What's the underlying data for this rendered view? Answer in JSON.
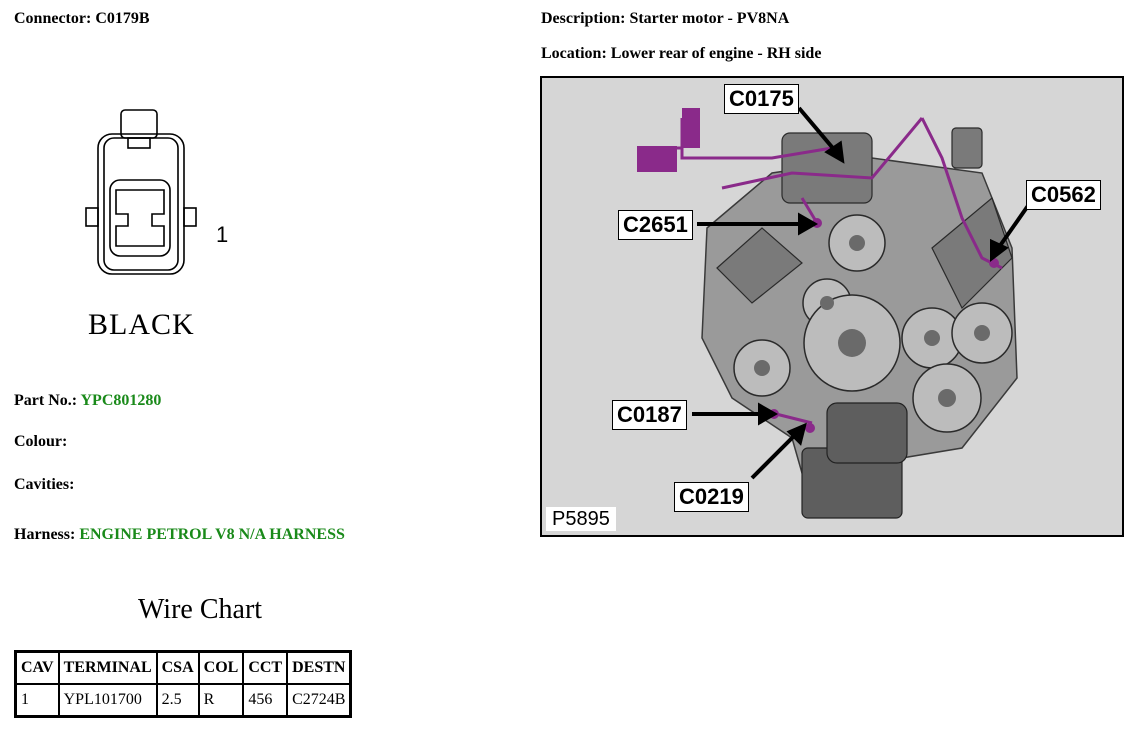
{
  "connector": {
    "label": "Connector:",
    "value": "C0179B"
  },
  "description": {
    "label": "Description:",
    "value": "Starter motor - PV8NA"
  },
  "location": {
    "label": "Location:",
    "value": "Lower rear of engine - RH side"
  },
  "diagram": {
    "pin_label": "1",
    "color_label": "BLACK"
  },
  "part_no": {
    "label": "Part No.:",
    "value": "YPC801280"
  },
  "colour": {
    "label": "Colour:",
    "value": ""
  },
  "cavities": {
    "label": "Cavities:",
    "value": ""
  },
  "harness": {
    "label": "Harness:",
    "value": "ENGINE PETROL V8 N/A HARNESS"
  },
  "wire_chart": {
    "title": "Wire Chart",
    "headers": [
      "CAV",
      "TERMINAL",
      "CSA",
      "COL",
      "CCT",
      "DESTN"
    ],
    "rows": [
      [
        "1",
        "YPL101700",
        "2.5",
        "R",
        "456",
        "C2724B"
      ]
    ]
  },
  "photo": {
    "ref": "P5895",
    "callouts": [
      "C0175",
      "C2651",
      "C0562",
      "C0187",
      "C0219"
    ]
  },
  "colors": {
    "link_green": "#1a8a1a",
    "harness_purple": "#8a2a8a"
  }
}
